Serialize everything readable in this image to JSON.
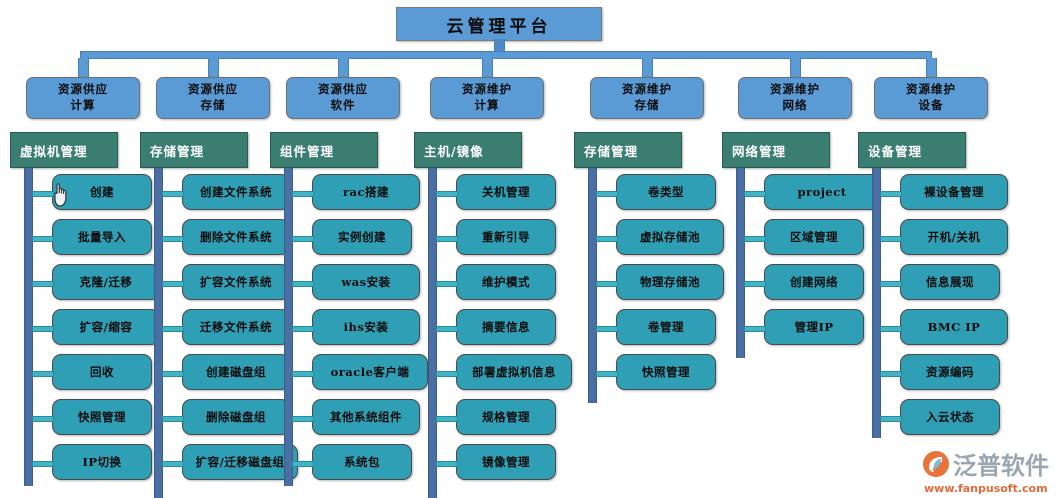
{
  "diagram": {
    "root": {
      "label": "云管理平台"
    },
    "level2": [
      {
        "line1": "资源供应",
        "line2": "计算"
      },
      {
        "line1": "资源供应",
        "line2": "存储"
      },
      {
        "line1": "资源供应",
        "line2": "软件"
      },
      {
        "line1": "资源维护",
        "line2": "计算"
      },
      {
        "line1": "资源维护",
        "line2": "存储"
      },
      {
        "line1": "资源维护",
        "line2": "网络"
      },
      {
        "line1": "资源维护",
        "line2": "设备"
      }
    ],
    "columns": [
      {
        "header": "虚拟机管理",
        "items": [
          "创建",
          "批量导入",
          "克隆/迁移",
          "扩容/缩容",
          "回收",
          "快照管理",
          "IP切换"
        ]
      },
      {
        "header": "存储管理",
        "items": [
          "创建文件系统",
          "删除文件系统",
          "扩容文件系统",
          "迁移文件系统",
          "创建磁盘组",
          "删除磁盘组",
          "扩容/迁移磁盘组"
        ]
      },
      {
        "header": "组件管理",
        "items": [
          "rac搭建",
          "实例创建",
          "was安装",
          "ihs安装",
          "oracle客户端",
          "其他系统组件",
          "系统包"
        ]
      },
      {
        "header": "主机/镜像",
        "items": [
          "关机管理",
          "重新引导",
          "维护模式",
          "摘要信息",
          "部署虚拟机信息",
          "规格管理",
          "镜像管理"
        ]
      },
      {
        "header": "存储管理",
        "items": [
          "卷类型",
          "虚拟存储池",
          "物理存储池",
          "卷管理",
          "快照管理"
        ]
      },
      {
        "header": "网络管理",
        "items": [
          "project",
          "区域管理",
          "创建网络",
          "管理IP"
        ]
      },
      {
        "header": "设备管理",
        "items": [
          "裸设备管理",
          "开机/关机",
          "信息展现",
          "BMC IP",
          "资源编码",
          "入云状态"
        ]
      }
    ]
  },
  "watermark": {
    "brand": "泛普软件",
    "url": "www.fanpusoft.com"
  },
  "colors": {
    "root_node": "#5B9BD5",
    "level2_node": "#5B9BD5",
    "column_header": "#3A7D71",
    "leaf_node": "#2E9FB5",
    "rail": "#4A6FA5",
    "stub": "#3FB6C8",
    "watermark_text": "#9aa7b0",
    "watermark_url": "#e06a3a"
  }
}
